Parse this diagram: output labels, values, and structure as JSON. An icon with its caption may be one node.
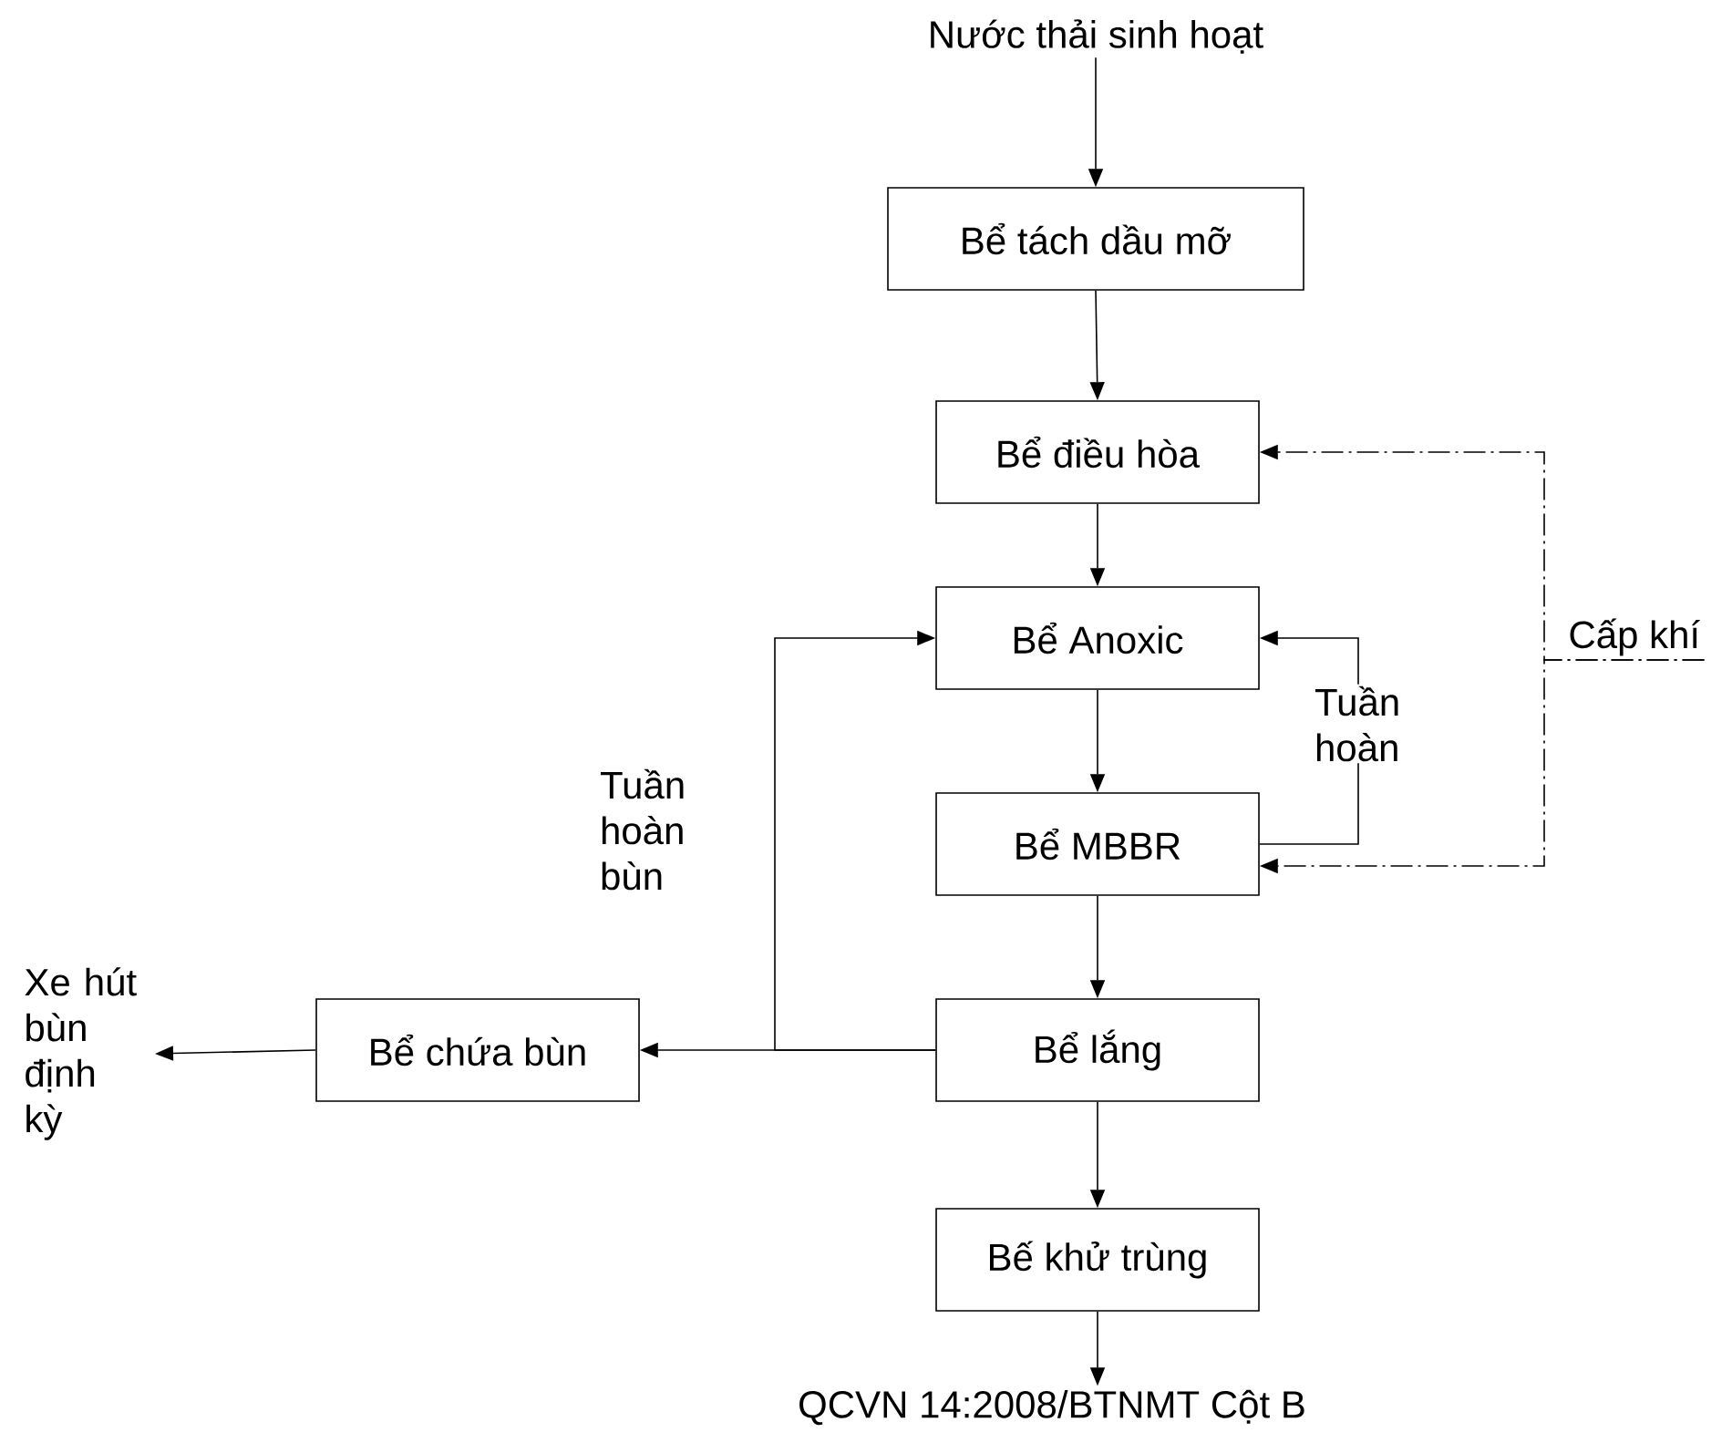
{
  "diagram": {
    "nodes": [
      {
        "text": [
          "Nước thải sinh hoạt"
        ]
      },
      {
        "text": [
          "Bể tách dầu mỡ"
        ]
      },
      {
        "text": [
          "Bể điều hòa"
        ]
      },
      {
        "text": [
          "Bể Anoxic"
        ]
      },
      {
        "text": [
          "Bể MBBR"
        ]
      },
      {
        "text": [
          "Bể lắng"
        ]
      },
      {
        "text": [
          "Bể chứa bùn"
        ]
      },
      {
        "text": [
          "Bế khử trùng"
        ]
      },
      {
        "text": [
          "QCVN 14:2008/BTNMT Cột B"
        ]
      },
      {
        "text": [
          "Xe hút bùn định kỳ"
        ]
      },
      {
        "text": [
          "Cấp khí"
        ]
      }
    ],
    "edges": [
      {
        "from": 0,
        "to": 1,
        "arrow": "to"
      },
      {
        "from": 1,
        "to": 2,
        "arrow": "to"
      },
      {
        "from": 2,
        "to": 3,
        "arrow": "to"
      },
      {
        "from": 3,
        "to": 4,
        "arrow": "to"
      },
      {
        "from": 4,
        "to": 5,
        "arrow": "to"
      },
      {
        "from": 5,
        "to": 7,
        "arrow": "to"
      },
      {
        "from": 7,
        "to": 8,
        "arrow": "to"
      },
      {
        "from": 5,
        "to": 6,
        "arrow": "to"
      },
      {
        "from": 6,
        "to": 9,
        "arrow": "to"
      },
      {
        "from": 5,
        "to": 3,
        "arrow": "to",
        "label": "Tuần hoàn bùn"
      },
      {
        "from": 4,
        "to": 3,
        "arrow": "to",
        "label": "Tuần hoàn"
      },
      {
        "from": 10,
        "to": 2,
        "arrow": "to",
        "style": "dashed"
      },
      {
        "from": 10,
        "to": 4,
        "arrow": "to",
        "style": "dashed"
      }
    ]
  }
}
